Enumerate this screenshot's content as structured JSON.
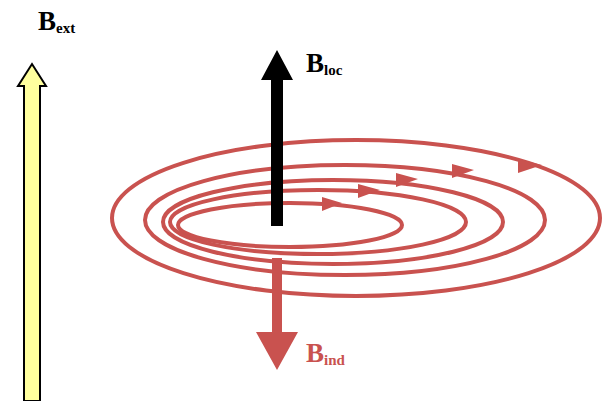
{
  "diagram": {
    "labels": [
      "B",
      "ext",
      "B",
      "loc",
      "B",
      "ind"
    ]
  }
}
